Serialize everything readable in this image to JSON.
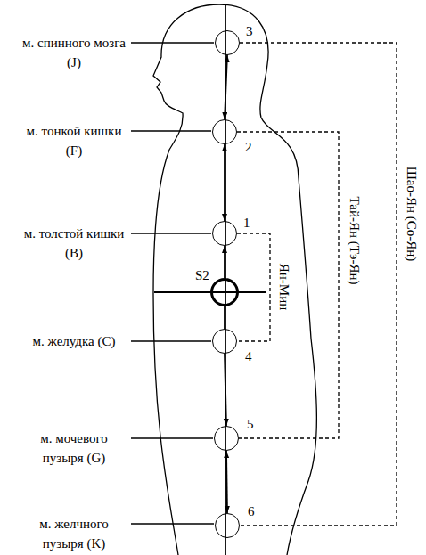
{
  "diagram": {
    "nodes": [
      {
        "text": [
          "3"
        ]
      },
      {
        "text": [
          "2"
        ]
      },
      {
        "text": [
          "1"
        ]
      },
      {
        "text": [
          "S2"
        ]
      },
      {
        "text": [
          "4"
        ]
      },
      {
        "text": [
          "5"
        ]
      },
      {
        "text": [
          "6"
        ]
      }
    ],
    "edges": [
      {
        "from": 0,
        "to": 1,
        "arrow": "both"
      },
      {
        "from": 1,
        "to": 2,
        "arrow": "both"
      },
      {
        "from": 3,
        "to": 2,
        "arrow": "to"
      },
      {
        "from": 3,
        "to": 4,
        "arrow": "none"
      },
      {
        "from": 4,
        "to": 5,
        "arrow": "to"
      },
      {
        "from": 5,
        "to": 6,
        "arrow": "both"
      },
      {
        "from": 2,
        "to": 4,
        "arrow": "none",
        "label": "Ян-Мин"
      },
      {
        "from": 1,
        "to": 5,
        "arrow": "none",
        "label": "Тай-Ян (Тэ-Ян)"
      },
      {
        "from": 0,
        "to": 6,
        "arrow": "none",
        "label": "Шао-Ян (Со-Ян)"
      }
    ],
    "labels": [
      "м. спинного мозга (J)",
      "м. тонкой кишки (F)",
      "м. толстой кишки (B)",
      "м. желудка (C)",
      "м. мочевого пузыря (G)",
      "м. желчного пузыря (K)"
    ]
  }
}
